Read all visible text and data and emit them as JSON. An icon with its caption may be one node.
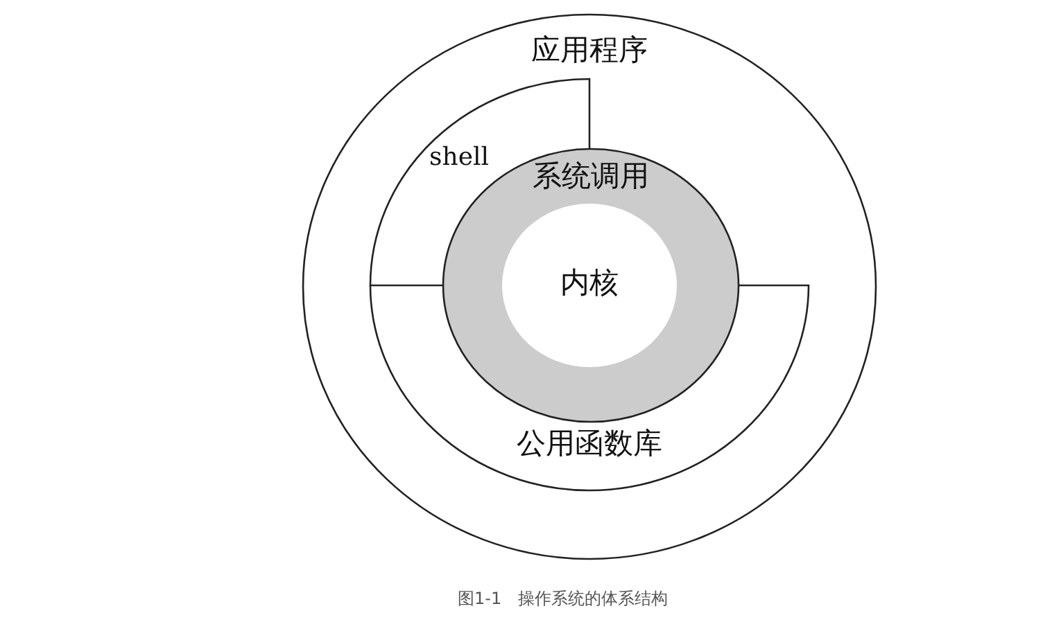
{
  "diagram": {
    "caption": "图1-1　操作系统的体系结构",
    "nodes": [
      {
        "text": [
          "应用程序"
        ]
      },
      {
        "text": [
          "shell"
        ],
        "in": 0
      },
      {
        "text": [
          "公用函数库"
        ],
        "in": 0
      },
      {
        "text": [
          "系统调用"
        ],
        "in": 0
      },
      {
        "text": [
          "内核"
        ],
        "in": 3
      }
    ],
    "edges": []
  }
}
